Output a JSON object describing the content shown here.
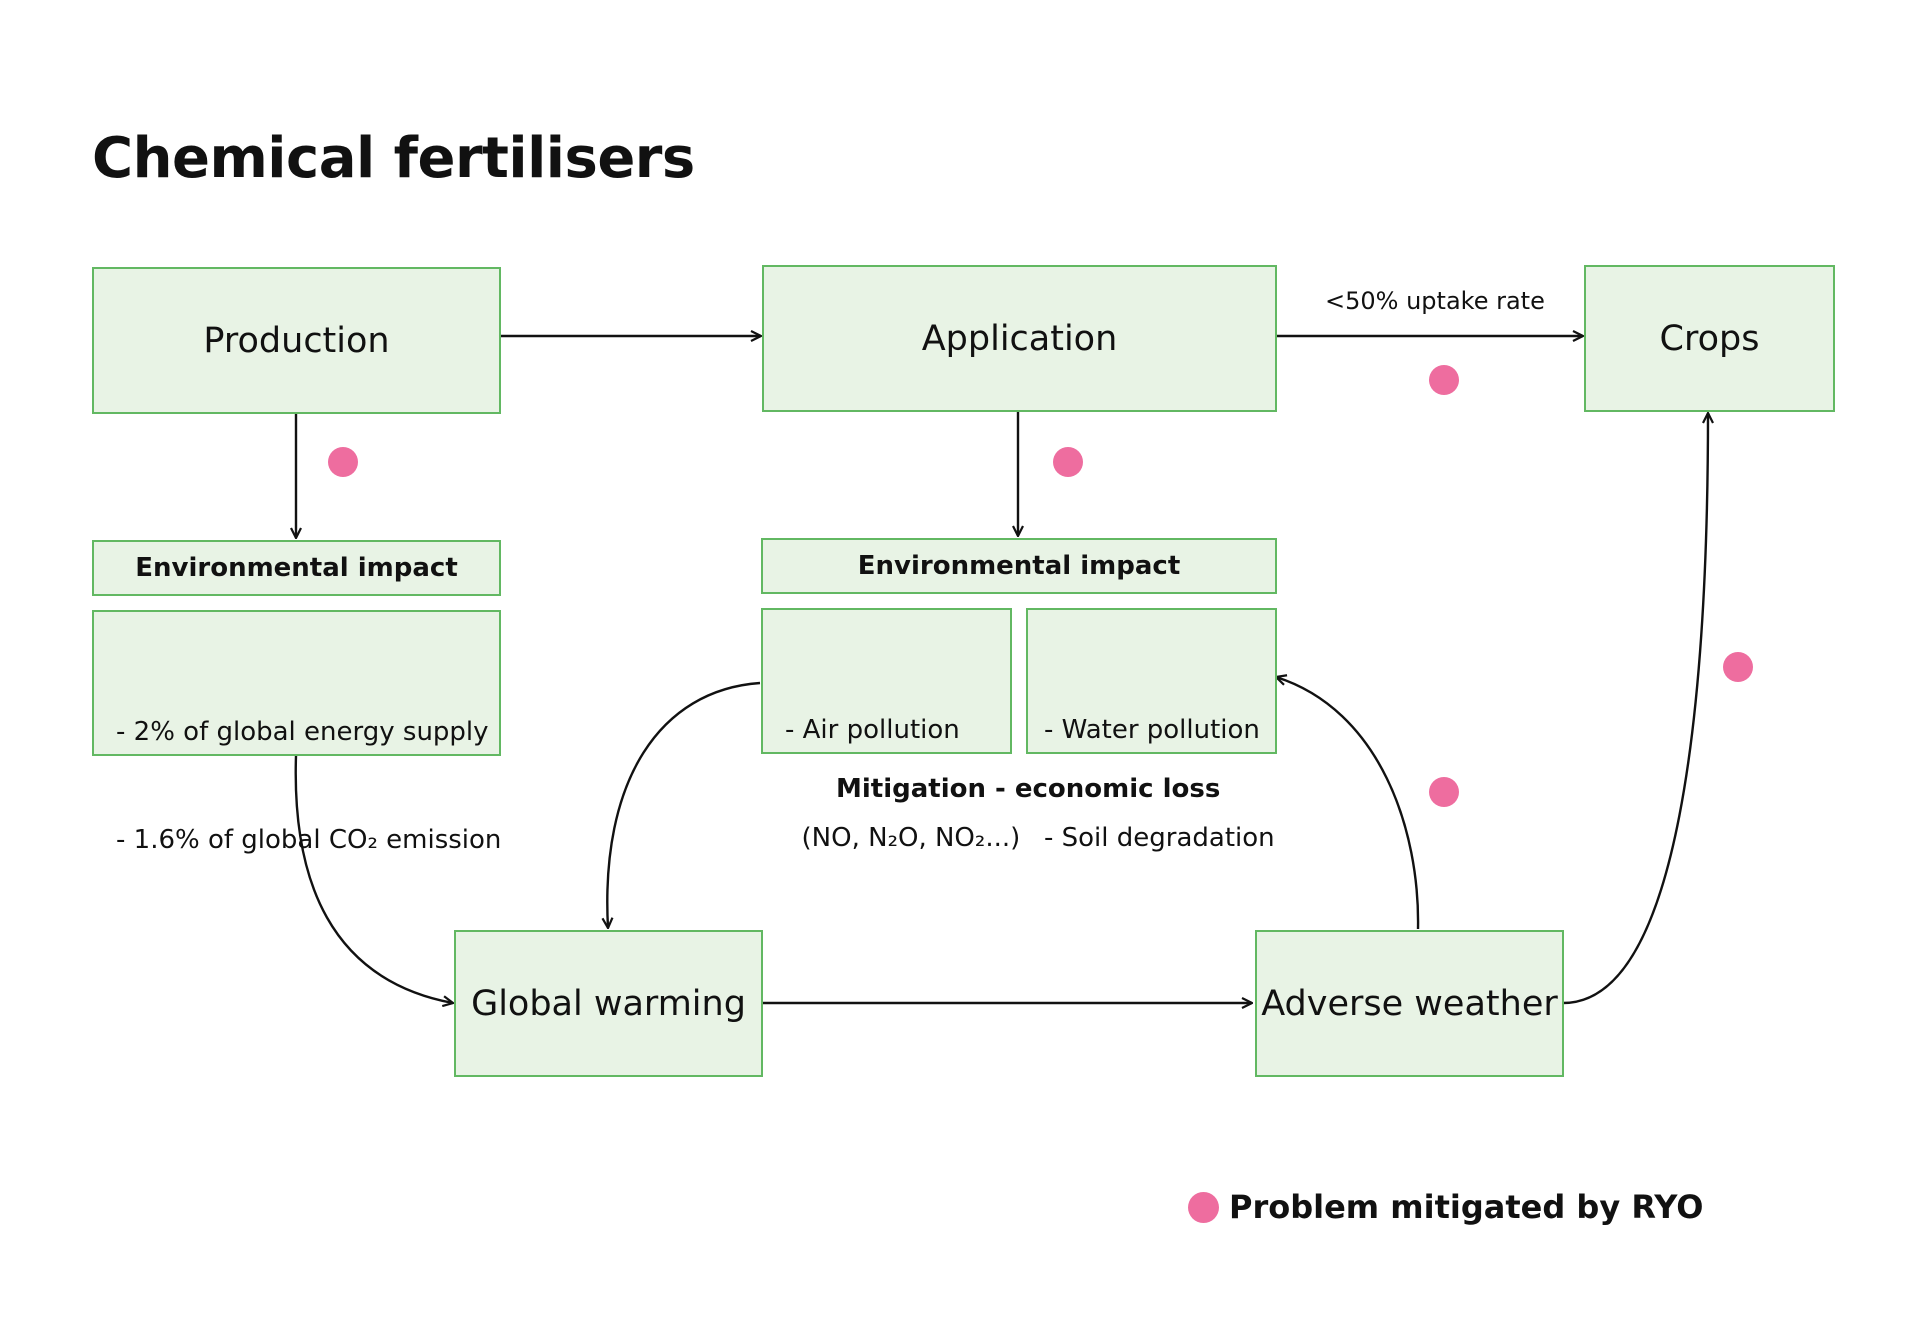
{
  "title": "Chemical fertilisers",
  "nodes": {
    "production": "Production",
    "application": "Application",
    "crops": "Crops",
    "global_warming": "Global warming",
    "adverse_weather": "Adverse weather"
  },
  "production_impact": {
    "header": "Environmental impact",
    "lines": [
      "- 2% of global energy supply",
      "- 1.6% of global CO₂ emission"
    ]
  },
  "application_impact": {
    "header": "Environmental impact",
    "air": [
      "- Air pollution",
      "  (NO, N₂O, NO₂...)"
    ],
    "water_soil": [
      "- Water pollution",
      "- Soil degradation"
    ]
  },
  "edge_labels": {
    "uptake": "<50% uptake rate",
    "mitigation": "Mitigation - economic loss"
  },
  "legend": {
    "label": "Problem mitigated by RYO",
    "marker_color": "#ee6d9f"
  },
  "colors": {
    "box_fill": "#e8f3e5",
    "box_border": "#62b862",
    "arrow": "#111111"
  }
}
